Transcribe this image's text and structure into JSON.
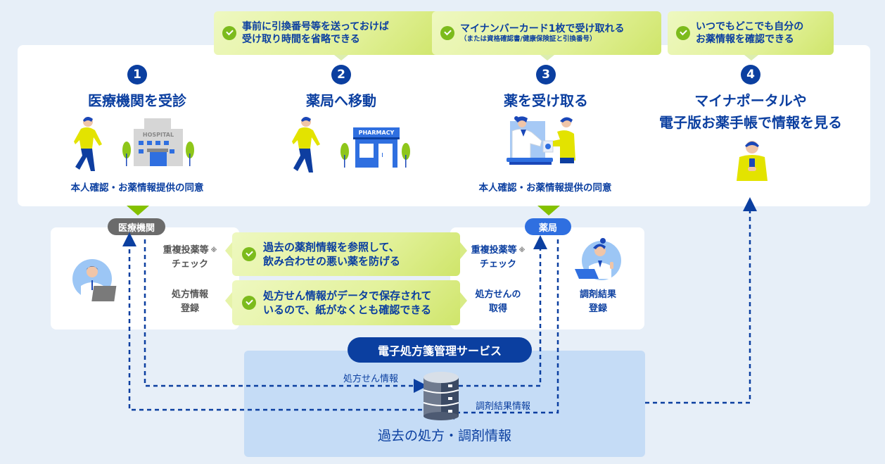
{
  "colors": {
    "background": "#e7eff8",
    "primary_blue": "#0b3fa0",
    "accent_green": "#84c100",
    "callout_green": "#e2f19a",
    "service_box": "#c5dcf6",
    "clinic_tag": "#6b6b6b",
    "pharmacy_tag": "#2f6fe0"
  },
  "top_callouts": [
    {
      "icon": "check-circle-icon",
      "lines": [
        "事前に引換番号等を送っておけば",
        "受け取り時間を省略できる"
      ]
    },
    {
      "icon": "check-circle-icon",
      "lines": [
        "マイナンバーカード1枚で受け取れる"
      ],
      "sub": "（または資格確認書/健康保険証と引換番号）"
    },
    {
      "icon": "check-circle-icon",
      "lines": [
        "いつでもどこでも自分の",
        "お薬情報を確認できる"
      ]
    }
  ],
  "steps": [
    {
      "number": "1",
      "title": "医療機関を受診",
      "illustration_text": "HOSPITAL",
      "consent": "本人確認・お薬情報提供の同意"
    },
    {
      "number": "2",
      "title": "薬局へ移動",
      "illustration_text": "PHARMACY"
    },
    {
      "number": "3",
      "title": "薬を受け取る",
      "consent": "本人確認・お薬情報提供の同意"
    },
    {
      "number": "4",
      "title_lines": [
        "マイナポータルや",
        "電子版お薬手帳で情報を見る"
      ]
    }
  ],
  "clinic": {
    "tag": "医療機関",
    "check_label": [
      "重複投薬等",
      "チェック"
    ],
    "check_mark": "※",
    "register_label": [
      "処方情報",
      "登録"
    ]
  },
  "pharmacy": {
    "tag": "薬局",
    "check_label": [
      "重複投薬等",
      "チェック"
    ],
    "check_mark": "※",
    "acquire_label": [
      "処方せんの",
      "取得"
    ],
    "register_label": [
      "調剤結果",
      "登録"
    ]
  },
  "middle_callouts": [
    {
      "icon": "check-circle-icon",
      "lines": [
        "過去の薬剤情報を参照して、",
        "飲み合わせの悪い薬を防げる"
      ]
    },
    {
      "icon": "check-circle-icon",
      "lines": [
        "処方せん情報がデータで保存されて",
        "いるので、紙がなくとも確認できる"
      ]
    }
  ],
  "service": {
    "title": "電子処方箋管理サービス",
    "flow_prescription": "処方せん情報",
    "flow_dispensing": "調剤結果情報",
    "database_label": "過去の処方・調剤情報"
  }
}
